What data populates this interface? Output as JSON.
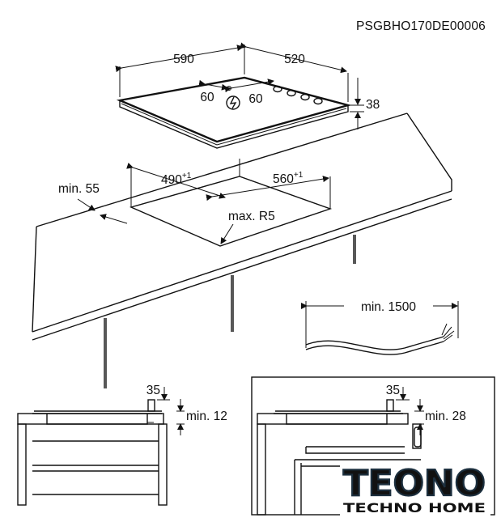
{
  "code": "PSGBHO170DE00006",
  "hob": {
    "width": "590",
    "depth": "520",
    "height": "38",
    "offset_left": "60",
    "offset_right": "60"
  },
  "cutout": {
    "width": "490",
    "width_tol": "+1",
    "depth": "560",
    "depth_tol": "+1",
    "edge_min": "min. 55",
    "radius": "max. R5"
  },
  "cable": {
    "length": "min. 1500"
  },
  "section_left": {
    "top": "35",
    "clearance": "min. 12"
  },
  "section_right": {
    "top": "35",
    "clearance": "min. 28"
  },
  "watermark": {
    "brand": "TEONO",
    "tagline": "TECHNO HOME"
  }
}
